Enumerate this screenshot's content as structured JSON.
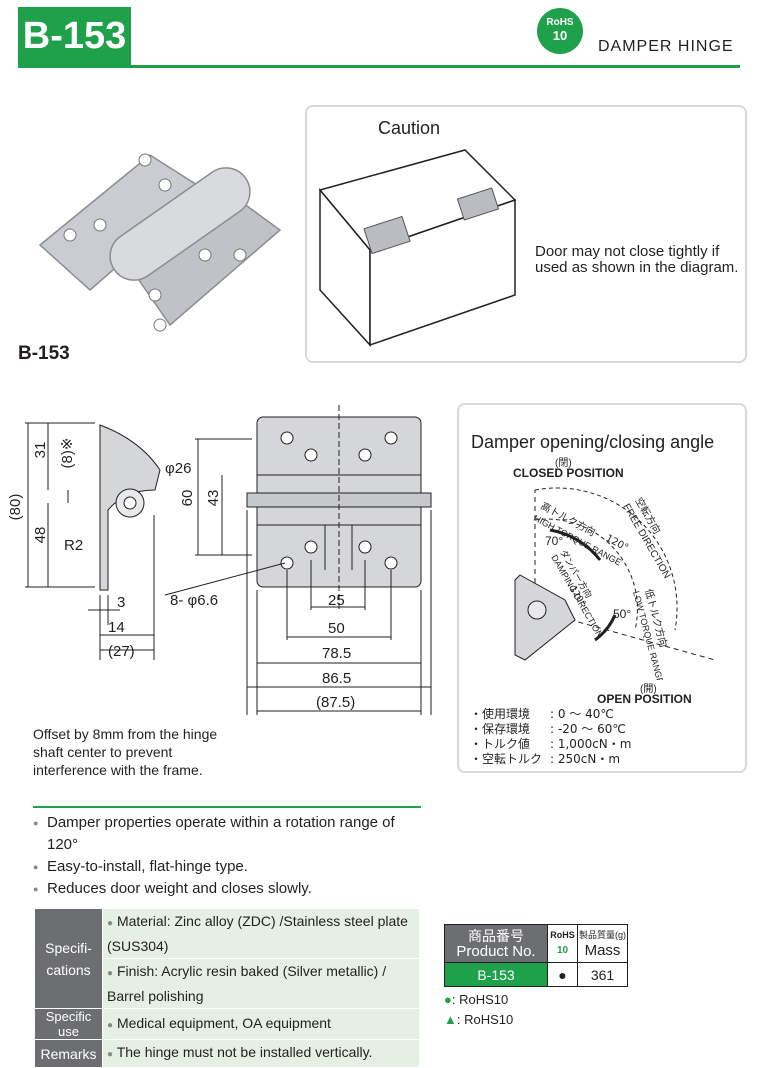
{
  "header": {
    "title": "B-153",
    "rohs_badge_line1": "RoHS",
    "rohs_badge_line2": "10",
    "subtitle": "DAMPER HINGE"
  },
  "product_caption": "B-153",
  "caution": {
    "title": "Caution",
    "text": "Door may not close tightly if used as shown in the diagram."
  },
  "drawing": {
    "dims": {
      "h80": "(80)",
      "h31": "31",
      "h8": "(8)※",
      "h48": "48",
      "r2": "R2",
      "phi26": "φ26",
      "h60": "60",
      "h43": "43",
      "holes": "8- φ6.6",
      "w3": "3",
      "w14": "14",
      "w27": "(27)",
      "w25": "25",
      "w50": "50",
      "w78": "78.5",
      "w86": "86.5",
      "w87": "(87.5)"
    },
    "offset_note": "Offset by 8mm from the hinge shaft center to prevent interference with the frame."
  },
  "angle": {
    "title": "Damper opening/closing angle",
    "closed_jp": "(閉)",
    "closed": "CLOSED POSITION",
    "open_jp": "(開)",
    "open": "OPEN POSITION",
    "high_torque": "高トルク方向",
    "high_torque_en": "HIGH TORQUE RANGE",
    "free_jp": "空転方向",
    "free_en": "FREE DIRECTION",
    "damping_jp": "ダンパー方向",
    "damping_en": "DAMPING DIRECTION",
    "low_torque": "低トルク方向",
    "low_torque_en": "LOW TORQUE RANGE",
    "a70": "70°",
    "a120": "120°",
    "a120b": "120°",
    "a50": "50°",
    "specs": [
      {
        "label": "・使用環境",
        "value": "0 ～ 40℃"
      },
      {
        "label": "・保存環境",
        "value": "-20 ～ 60℃"
      },
      {
        "label": "・トルク値",
        "value": "1,000cN・m"
      },
      {
        "label": "・空転トルク",
        "value": "250cN・m"
      }
    ]
  },
  "features": [
    "Damper properties operate within a rotation range of 120°",
    "Easy-to-install, flat-hinge type.",
    "Reduces door weight and closes slowly."
  ],
  "spec_table": {
    "specs_header": "Specifi-cations",
    "material": "Material: Zinc alloy (ZDC) /Stainless steel plate (SUS304)",
    "finish": "Finish: Acrylic resin baked (Silver metallic) / Barrel polishing",
    "use_header": "Specific use",
    "use": "Medical equipment, OA equipment",
    "remarks_header": "Remarks",
    "remarks": "The hinge must not be installed vertically."
  },
  "product_table": {
    "col1_jp": "商品番号",
    "col1_en": "Product No.",
    "col2_line1": "RoHS",
    "col2_line2": "10",
    "col3_jp": "製品質量(g)",
    "col3_en": "Mass",
    "row_product": "B-153",
    "row_rohs": "●",
    "row_mass": "361"
  },
  "legend": [
    {
      "symbol": "●",
      "text": ": RoHS10"
    },
    {
      "symbol": "▲",
      "text": ": RoHS10"
    }
  ],
  "colors": {
    "brand_green": "#1ea14a",
    "header_gray": "#6d6e71",
    "cell_bg": "#e6efe4"
  }
}
